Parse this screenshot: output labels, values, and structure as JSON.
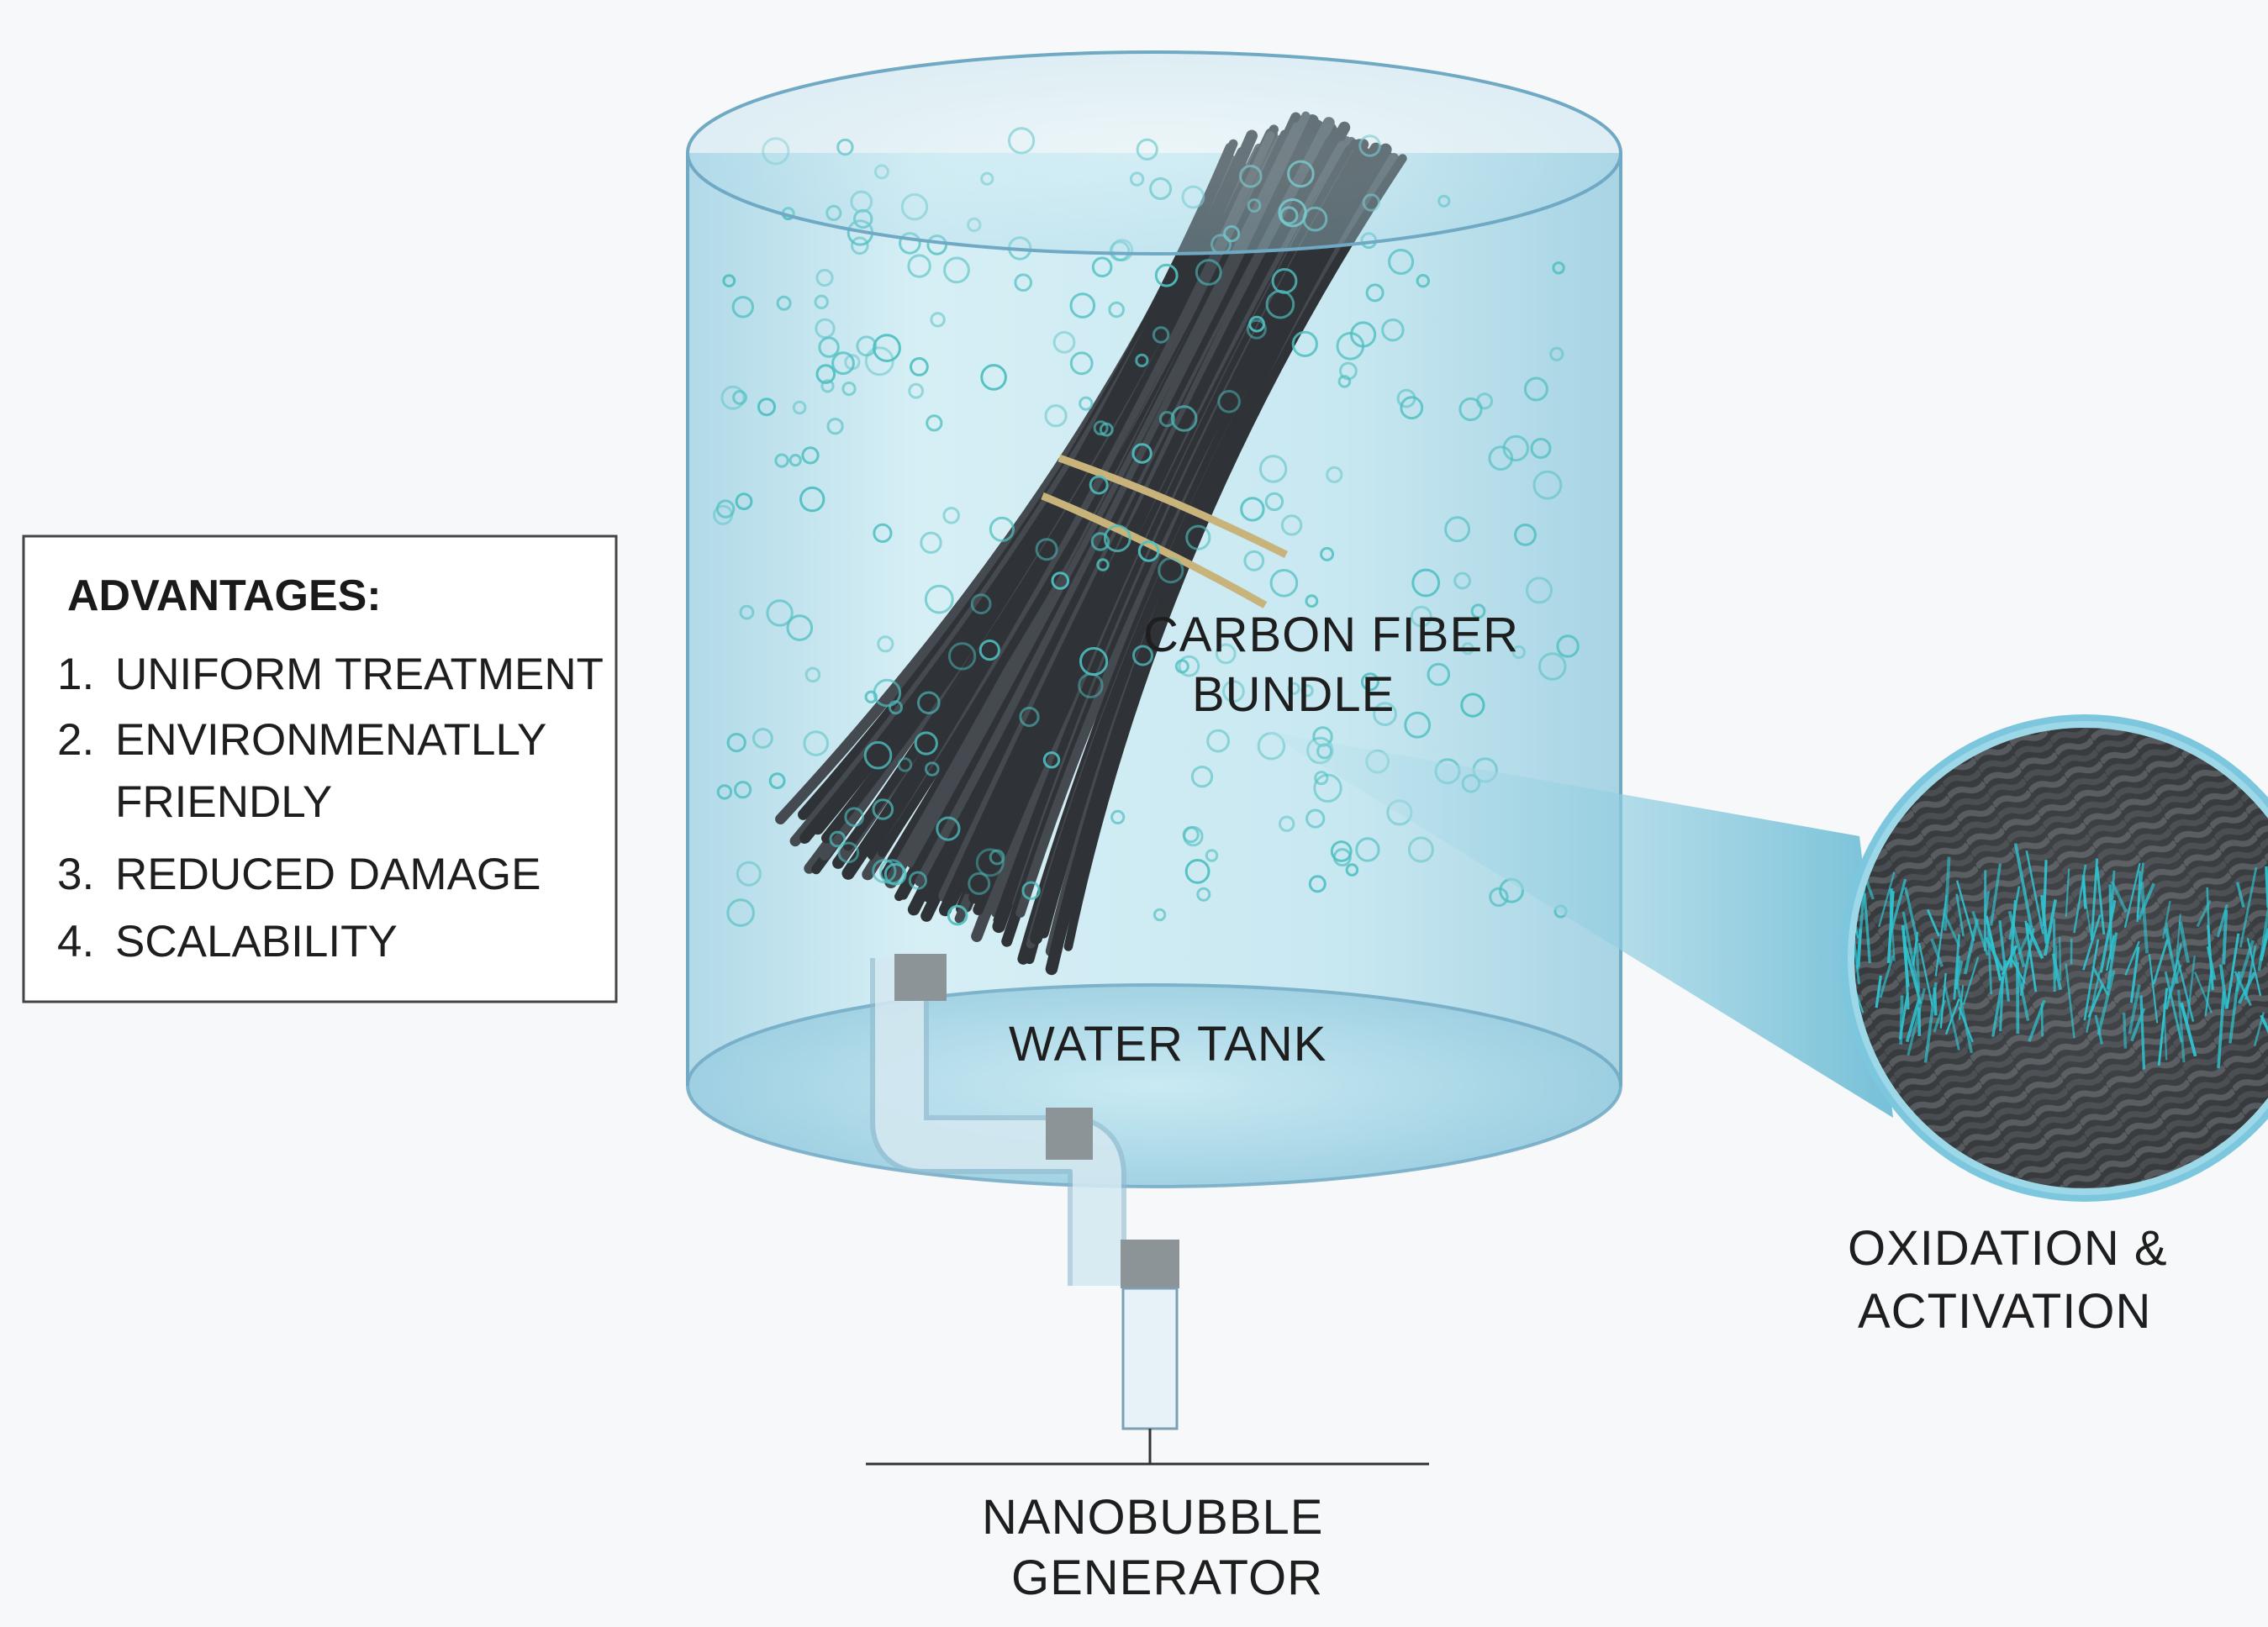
{
  "advantages": {
    "title": "ADVANTAGES:",
    "items": [
      {
        "num": "1.",
        "lines": [
          "UNIFORM TREATMENT"
        ]
      },
      {
        "num": "2.",
        "lines": [
          "ENVIRONMENATLLY",
          "FRIENDLY"
        ]
      },
      {
        "num": "3.",
        "lines": [
          "REDUCED DAMAGE"
        ]
      },
      {
        "num": "4.",
        "lines": [
          "SCALABILITY"
        ]
      }
    ]
  },
  "labels": {
    "fiber": [
      "CARBON FIBER",
      "BUNDLE"
    ],
    "tank": "WATER TANK",
    "generator": [
      "NANOBUBBLE",
      "GENERATOR"
    ],
    "zoom": [
      "OXIDATION &",
      "ACTIVATION"
    ]
  },
  "colors": {
    "water": "#bfe3ee",
    "tank_edge": "#6fa9c4",
    "bubble": "#4fbfc0",
    "fiber": "#2f3337",
    "binding": "#c8b37a",
    "activation": "#2ec2cf"
  }
}
